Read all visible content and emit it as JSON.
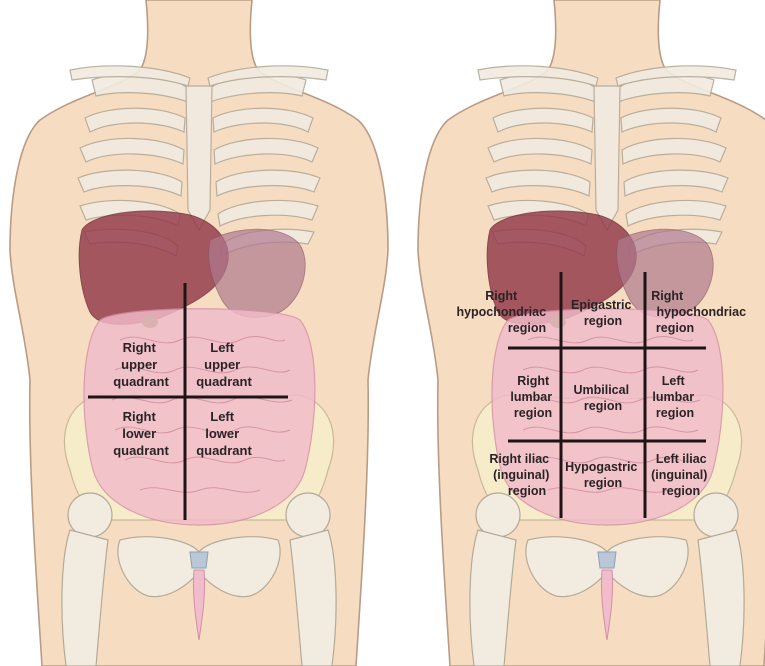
{
  "quadrants": {
    "right_upper": [
      "Right",
      "upper",
      "quadrant"
    ],
    "left_upper": [
      "Left",
      "upper",
      "quadrant"
    ],
    "right_lower": [
      "Right",
      "lower",
      "quadrant"
    ],
    "left_lower": [
      "Left",
      "lower",
      "quadrant"
    ]
  },
  "regions": {
    "right_hypochondriac": [
      "Right",
      "hypochondriac",
      "region"
    ],
    "epigastric": [
      "Epigastric",
      "region"
    ],
    "left_hypochondriac": [
      "Right",
      "hypochondriac",
      "region"
    ],
    "right_lumbar": [
      "Right",
      "lumbar",
      "region"
    ],
    "umbilical": [
      "Umbilical",
      "region"
    ],
    "left_lumbar": [
      "Left",
      "lumbar",
      "region"
    ],
    "right_iliac": [
      "Right iliac",
      "(inguinal)",
      "region"
    ],
    "hypogastric": [
      "Hypogastric",
      "region"
    ],
    "left_iliac": [
      "Left iliac",
      "(inguinal)",
      "region"
    ]
  },
  "colors": {
    "skin": "#f6dcc0",
    "skin_outline": "#b99b86",
    "bone": "#f1ebe0",
    "bone_outline": "#b5aa98",
    "liver": "#93394a",
    "stomach": "#b07a8e",
    "intestine": "#f1bccb",
    "pelvis": "#f7ecc9",
    "division_line": "#1d1416"
  }
}
